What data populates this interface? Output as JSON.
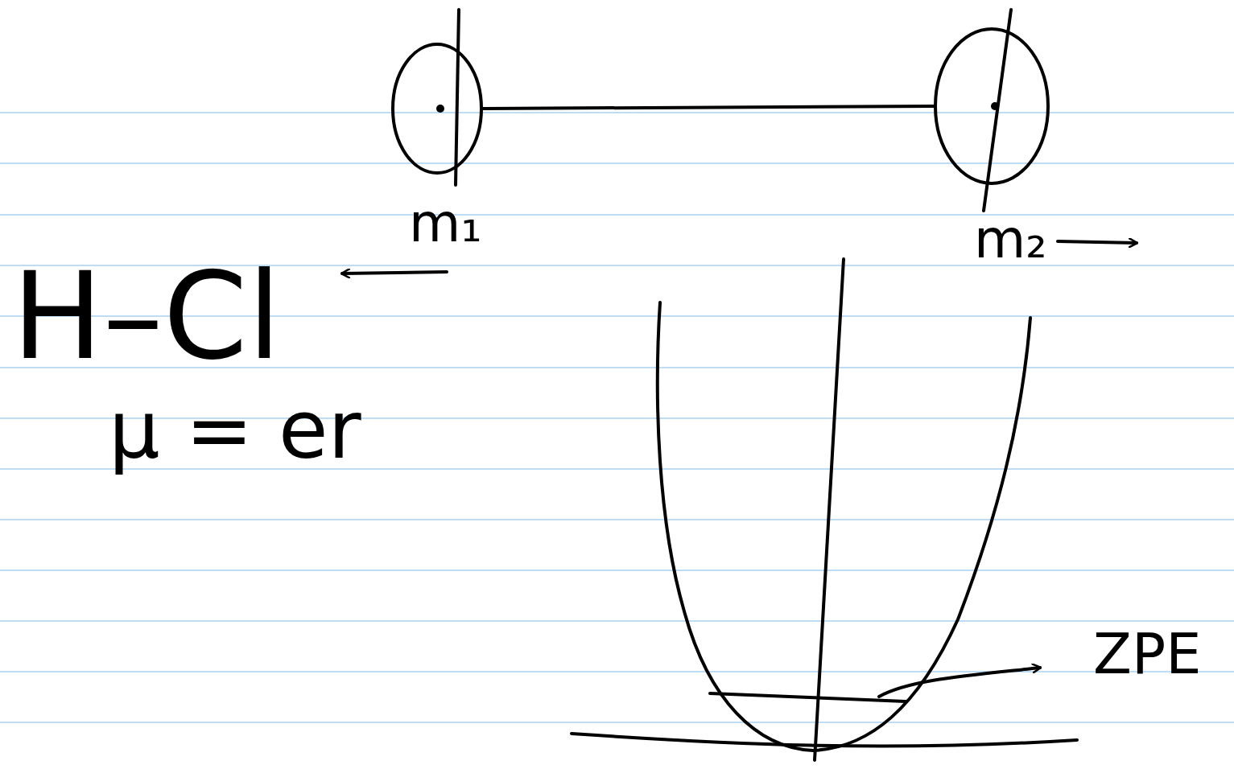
{
  "diagram": {
    "nodes": [
      {
        "text": [
          "m₁"
        ]
      },
      {
        "text": [
          "m₂"
        ]
      }
    ],
    "edges": [
      {
        "from": 0,
        "to": 1,
        "arrow": "none"
      }
    ],
    "labels": [
      "H–Cl",
      "μ = er",
      "ZPE"
    ]
  }
}
